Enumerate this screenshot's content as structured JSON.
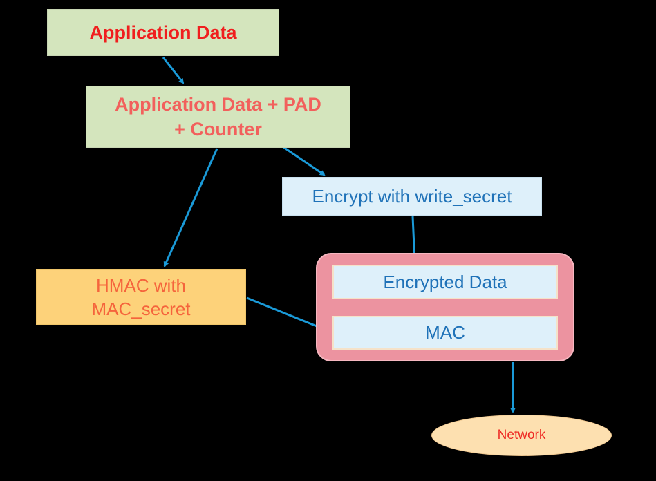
{
  "diagram": {
    "nodes": {
      "application_data": "Application Data",
      "app_data_pad_line1": "Application Data + PAD",
      "app_data_pad_line2": "+ Counter",
      "encrypt": "Encrypt with write_secret",
      "hmac_line1": "HMAC with",
      "hmac_line2": "MAC_secret",
      "encrypted_data": "Encrypted Data",
      "mac": "MAC",
      "network": "Network"
    },
    "edges": [
      {
        "from": "Application Data",
        "to": "Application Data + PAD + Counter"
      },
      {
        "from": "Application Data + PAD + Counter",
        "to": "Encrypt with write_secret"
      },
      {
        "from": "Application Data + PAD + Counter",
        "to": "HMAC with MAC_secret"
      },
      {
        "from": "Encrypt with write_secret",
        "to": "Encrypted Data"
      },
      {
        "from": "HMAC with MAC_secret",
        "to": "MAC"
      },
      {
        "from": "Record (Encrypted Data + MAC)",
        "to": "Network"
      }
    ],
    "colors": {
      "background": "#000000",
      "green_box": "#d4e5bd",
      "blue_box": "#def0fa",
      "orange_box": "#fdd27a",
      "pink_container": "#ec93a0",
      "network_ellipse": "#fde0b0",
      "arrow": "#1a9ad8"
    }
  }
}
